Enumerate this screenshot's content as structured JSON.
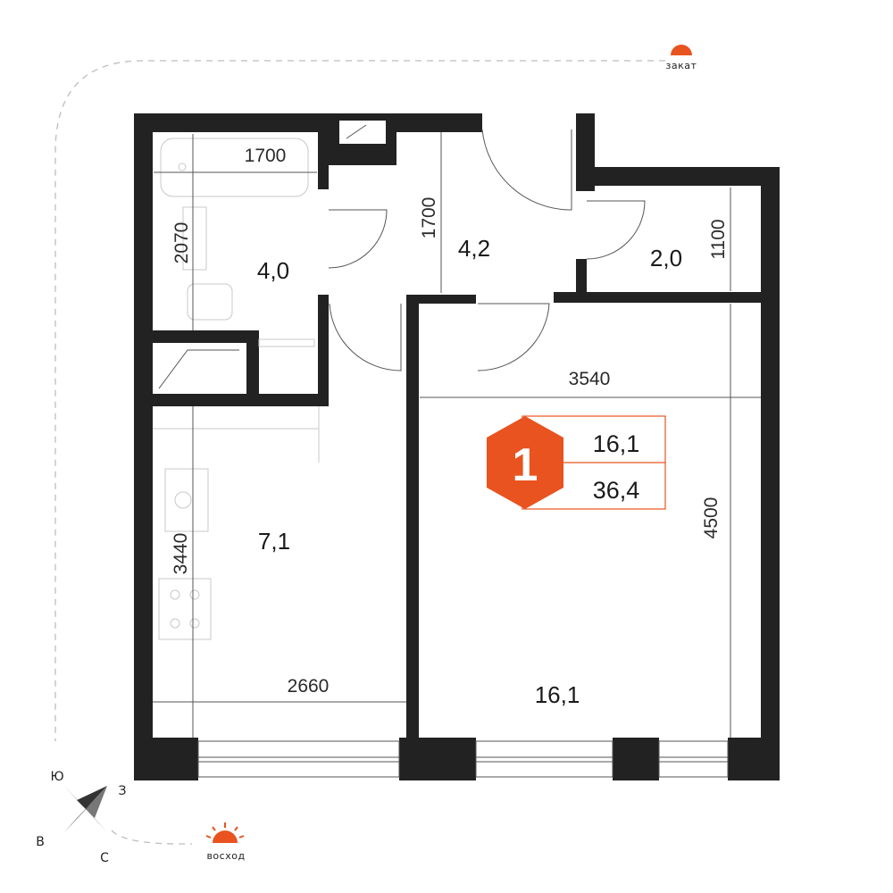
{
  "compass": {
    "sunset_label": "закат",
    "sunrise_label": "восход",
    "north": "С",
    "south": "Ю",
    "east": "В",
    "west": "З"
  },
  "rooms": [
    {
      "id": "bathroom",
      "area": "4,0"
    },
    {
      "id": "hallway",
      "area": "4,2"
    },
    {
      "id": "storage",
      "area": "2,0"
    },
    {
      "id": "kitchen",
      "area": "7,1"
    },
    {
      "id": "living",
      "area": "16,1"
    }
  ],
  "dimensions": {
    "bath_width": "1700",
    "bath_height": "2070",
    "hall_height": "1700",
    "storage_height": "1100",
    "living_width": "3540",
    "living_height": "4500",
    "kitchen_height": "3440",
    "kitchen_width": "2660"
  },
  "badge": {
    "rooms_count": "1",
    "living_area": "16,1",
    "total_area": "36,4",
    "accent_color": "#e8531f"
  }
}
